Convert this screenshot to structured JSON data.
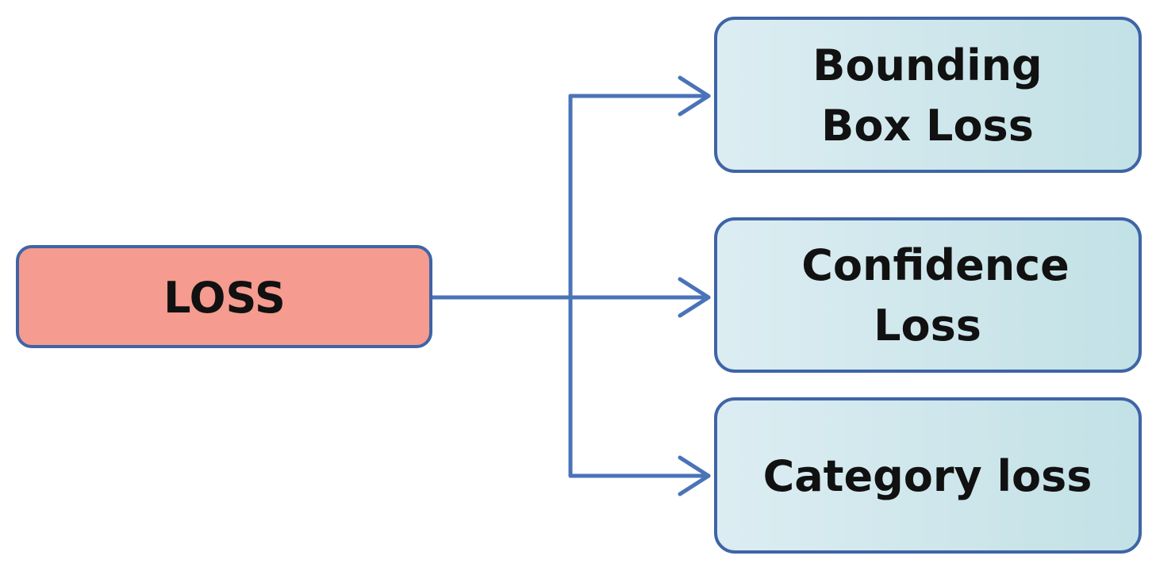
{
  "diagram": {
    "root": {
      "label": "LOSS"
    },
    "children": [
      {
        "lines": [
          "Bounding",
          "Box Loss"
        ]
      },
      {
        "lines": [
          "Confidence",
          "Loss"
        ]
      },
      {
        "lines": [
          "Category loss"
        ]
      }
    ]
  },
  "colors": {
    "root_fill": "#f59b8f",
    "child_fill_left": "#dcedf2",
    "child_fill_right": "#c2e1e6",
    "border": "#3f64a6",
    "connector": "#4a73b8",
    "text": "#111111"
  }
}
